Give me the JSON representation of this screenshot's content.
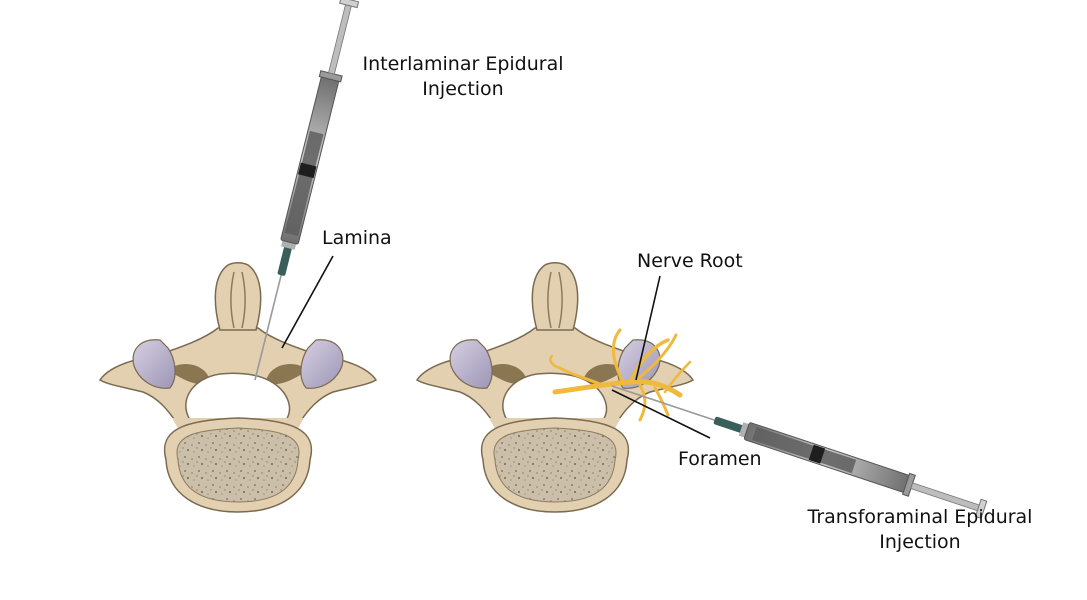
{
  "labels": {
    "interlaminar_line1": "Interlaminar Epidural",
    "interlaminar_line2": "Injection",
    "lamina": "Lamina",
    "nerve_root": "Nerve Root",
    "foramen": "Foramen",
    "transforaminal_line1": "Transforaminal Epidural",
    "transforaminal_line2": "Injection"
  },
  "colors": {
    "bone": "#e2d0b0",
    "bone_outline": "#7a6a52",
    "body_interior": "#c9bca6",
    "facet": "#b9b2cc",
    "nerve": "#f0b93c",
    "syringe_barrel": "#8e8e8e",
    "needle_hub": "#3a5f5a"
  }
}
